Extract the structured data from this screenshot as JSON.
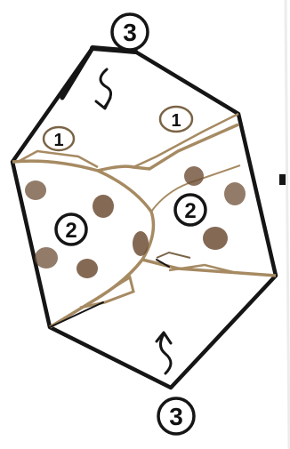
{
  "diagram": {
    "top_label": "3",
    "bottom_label": "3",
    "left_top_flap_label": "1",
    "right_top_flap_label": "1",
    "left_panel_label": "2",
    "right_panel_label": "2"
  },
  "colors": {
    "ink": "#151515",
    "tan_edge": "#a68a62",
    "brown_dot": "#6e4f36",
    "paper": "#ffffff",
    "page_shadow": "#ececec"
  },
  "icons": [
    "fold-arrow-down-icon",
    "fold-arrow-up-icon"
  ]
}
